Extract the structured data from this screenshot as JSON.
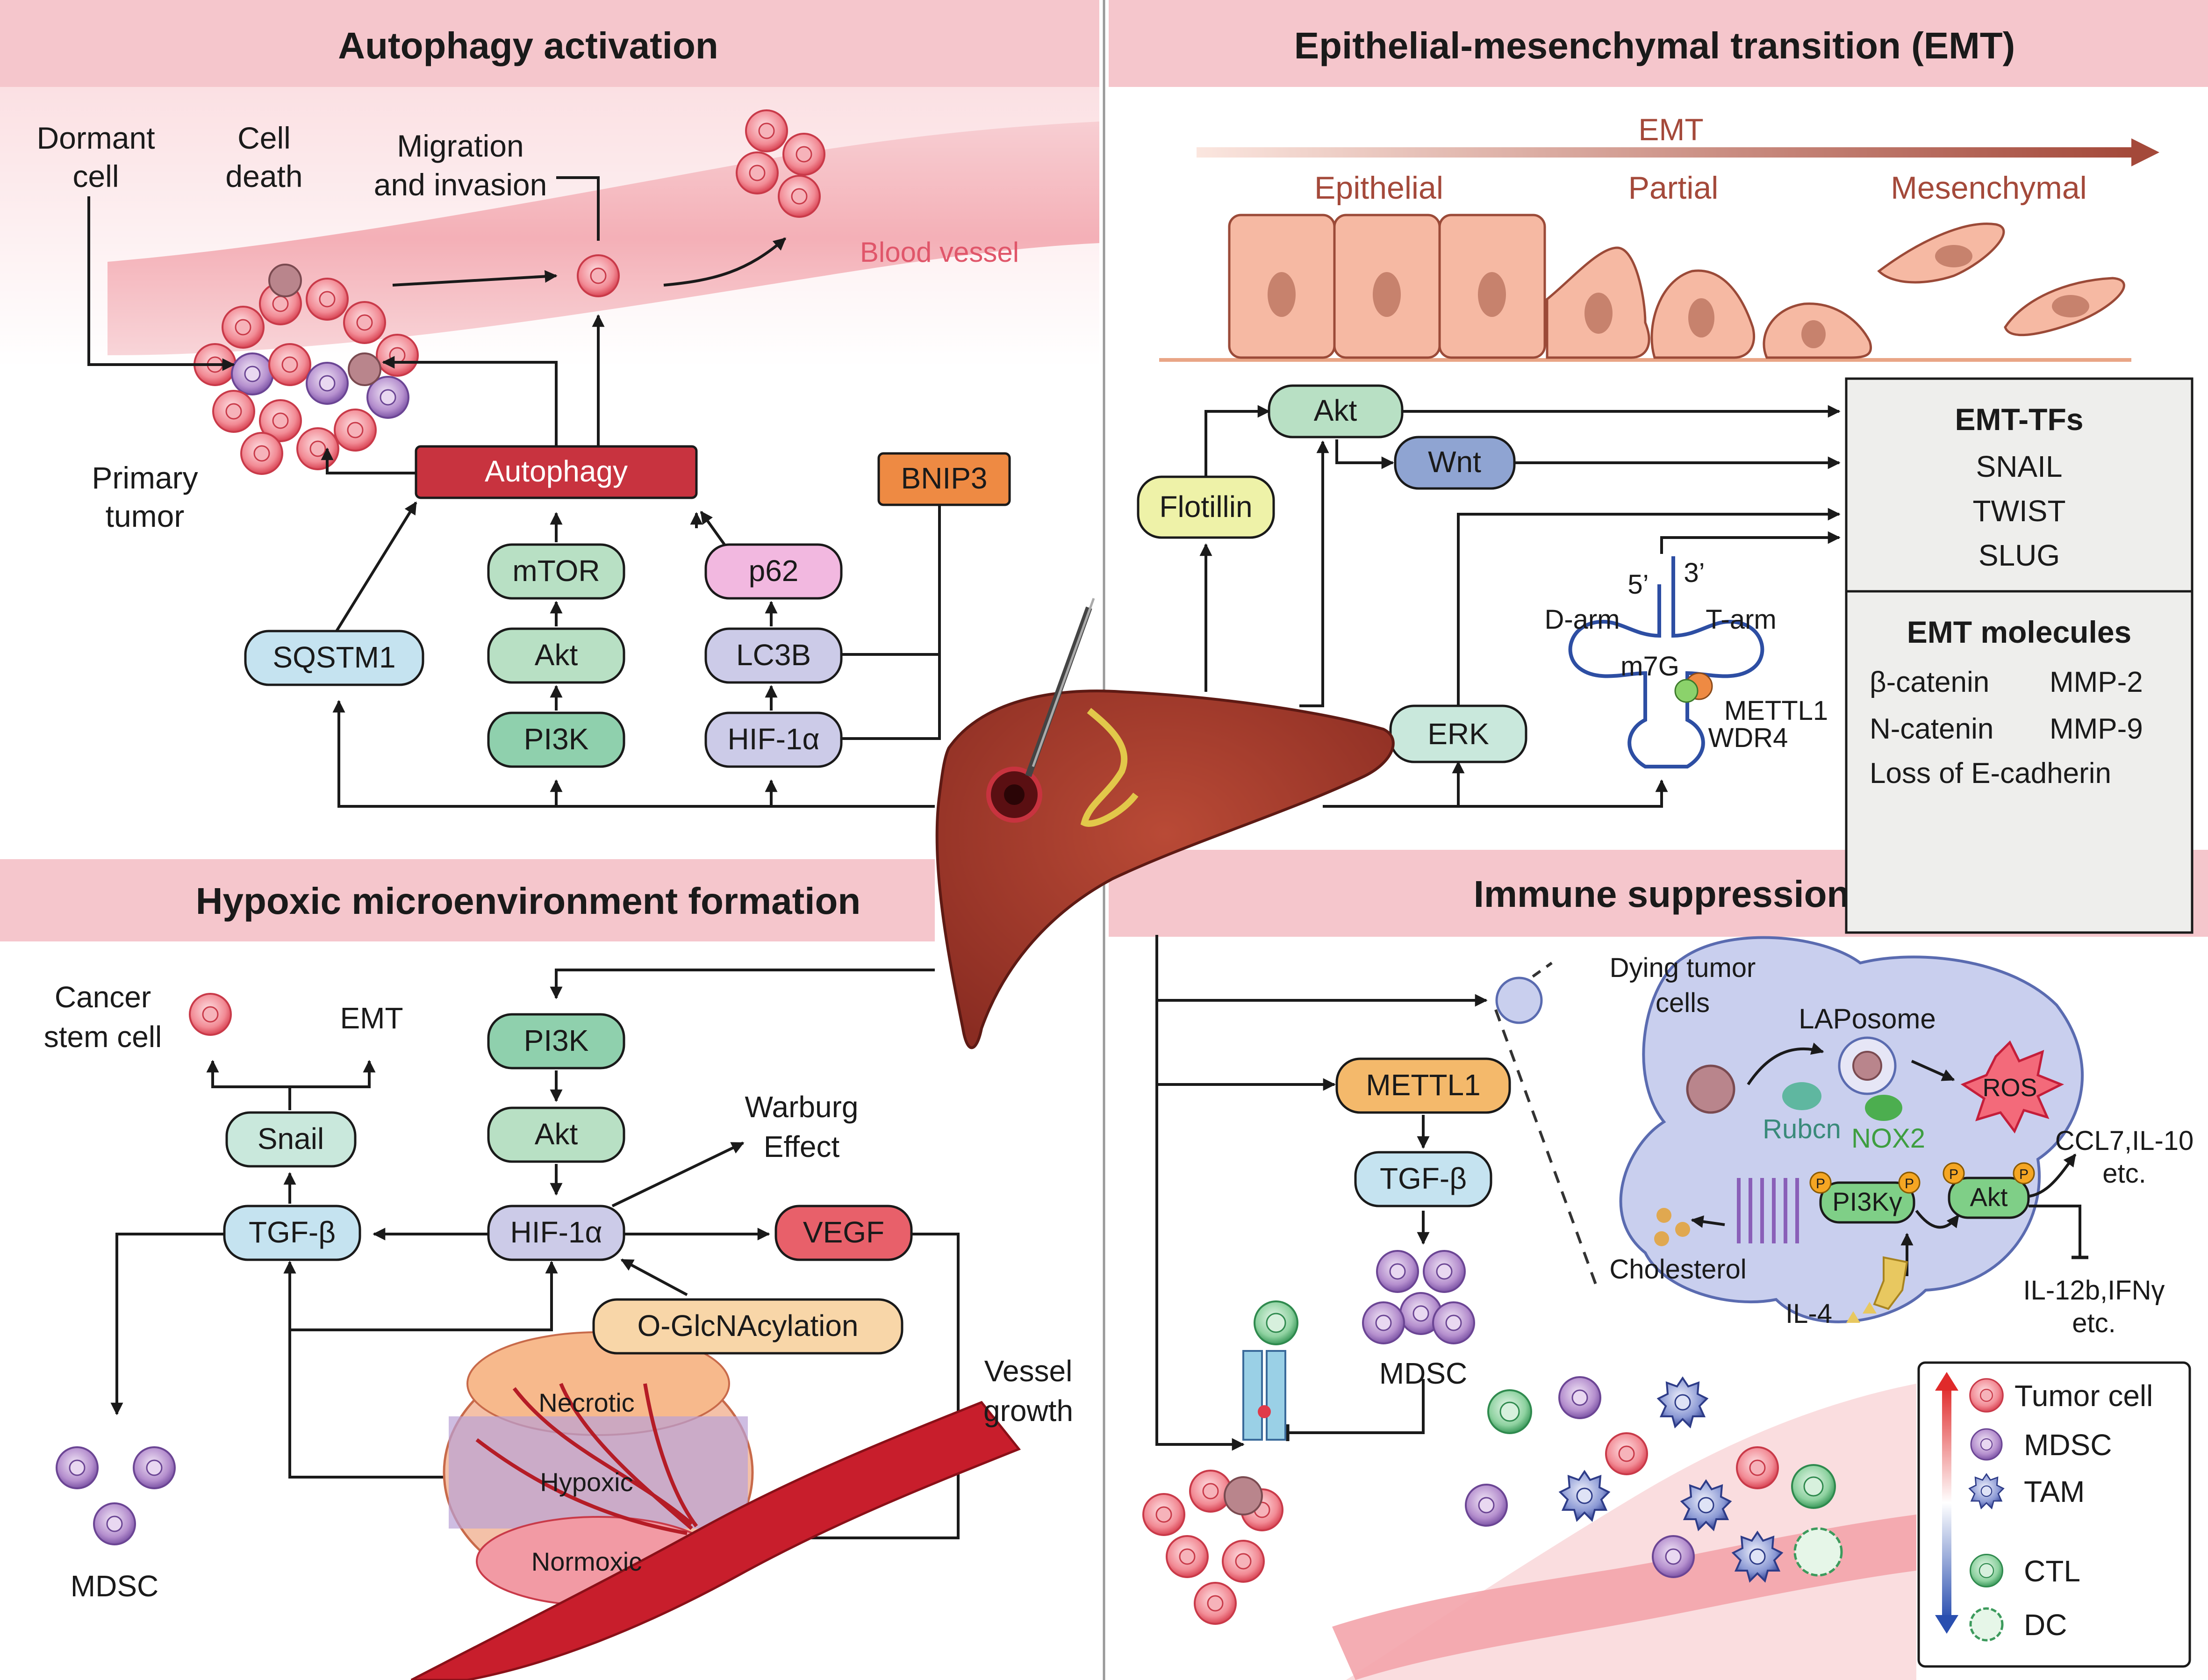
{
  "panels": {
    "autophagy": "Autophagy activation",
    "emt": "Epithelial-mesenchymal transition (EMT)",
    "hypoxia": "Hypoxic microenvironment formation",
    "immune": "Immune suppression"
  },
  "autophagy": {
    "dormant_cell_1": "Dormant",
    "dormant_cell_2": "cell",
    "cell_death_1": "Cell",
    "cell_death_2": "death",
    "migration_1": "Migration",
    "migration_2": "and invasion",
    "blood_vessel": "Blood vessel",
    "primary_tumor_1": "Primary",
    "primary_tumor_2": "tumor",
    "autophagy": "Autophagy",
    "sqstm1": "SQSTM1",
    "mtor": "mTOR",
    "akt": "Akt",
    "pi3k": "PI3K",
    "p62": "p62",
    "lc3b": "LC3B",
    "hif1a": "HIF-1α",
    "bnip3": "BNIP3"
  },
  "emt": {
    "arrow_label": "EMT",
    "epithelial": "Epithelial",
    "partial": "Partial",
    "mesenchymal": "Mesenchymal",
    "akt": "Akt",
    "wnt": "Wnt",
    "flotillin": "Flotillin",
    "erk": "ERK",
    "trna_5": "5’",
    "trna_3": "3’",
    "d_arm": "D-arm",
    "t_arm": "T-arm",
    "m7g": "m7G",
    "mettl1": "METTL1",
    "wdr4": "WDR4",
    "tfs_title": "EMT-TFs",
    "tfs": [
      "SNAIL",
      "TWIST",
      "SLUG"
    ],
    "molecules_title": "EMT molecules",
    "mol_b_catenin": "β-catenin",
    "mol_mmp2": "MMP-2",
    "mol_n_catenin": "N-catenin",
    "mol_mmp9": "MMP-9",
    "mol_loss": "Loss of E-cadherin"
  },
  "hypoxia": {
    "csc_1": "Cancer",
    "csc_2": "stem cell",
    "emt": "EMT",
    "snail": "Snail",
    "tgfb": "TGF-β",
    "pi3k": "PI3K",
    "akt": "Akt",
    "hif1a": "HIF-1α",
    "warburg_1": "Warburg",
    "warburg_2": "Effect",
    "vegf": "VEGF",
    "oglc": "O-GlcNAcylation",
    "vessel_1": "Vessel",
    "vessel_2": "growth",
    "necrotic": "Necrotic",
    "hypoxic": "Hypoxic",
    "normoxic": "Normoxic",
    "mdsc": "MDSC"
  },
  "immune": {
    "dying_1": "Dying tumor",
    "dying_2": "cells",
    "laposome": "LAPosome",
    "ros": "ROS",
    "rubcn": "Rubcn",
    "nox2": "NOX2",
    "pi3kg": "PI3Kγ",
    "akt": "Akt",
    "ccl7_1": "CCL7,IL-10",
    "ccl7_2": "etc.",
    "il12_1": "IL-12b,IFNγ",
    "il12_2": "etc.",
    "cholesterol": "Cholesterol",
    "il4": "IL-4",
    "mettl1": "METTL1",
    "tgfb": "TGF-β",
    "mdsc": "MDSC",
    "p": "P"
  },
  "legend": {
    "tumor_cell": "Tumor cell",
    "mdsc": "MDSC",
    "tam": "TAM",
    "ctl": "CTL",
    "dc": "DC"
  },
  "colors": {
    "header_band": "#f5c6cc",
    "autophagy_box": "#c8333f",
    "bnip3_box": "#ee8a43",
    "blue_box": "#c5e3f0",
    "green_box": "#b8e0c4",
    "purple_box": "#cccbe8",
    "pink_box": "#f2b8e0",
    "yellow_box": "#eef2a8",
    "wnt_box": "#8fa4d2",
    "vegf_box": "#e8606a",
    "oglc_box": "#f8d6a8",
    "mettl1_box": "#f4b96b",
    "liver": "#a33a2c",
    "emt_text": "#a4493a"
  }
}
